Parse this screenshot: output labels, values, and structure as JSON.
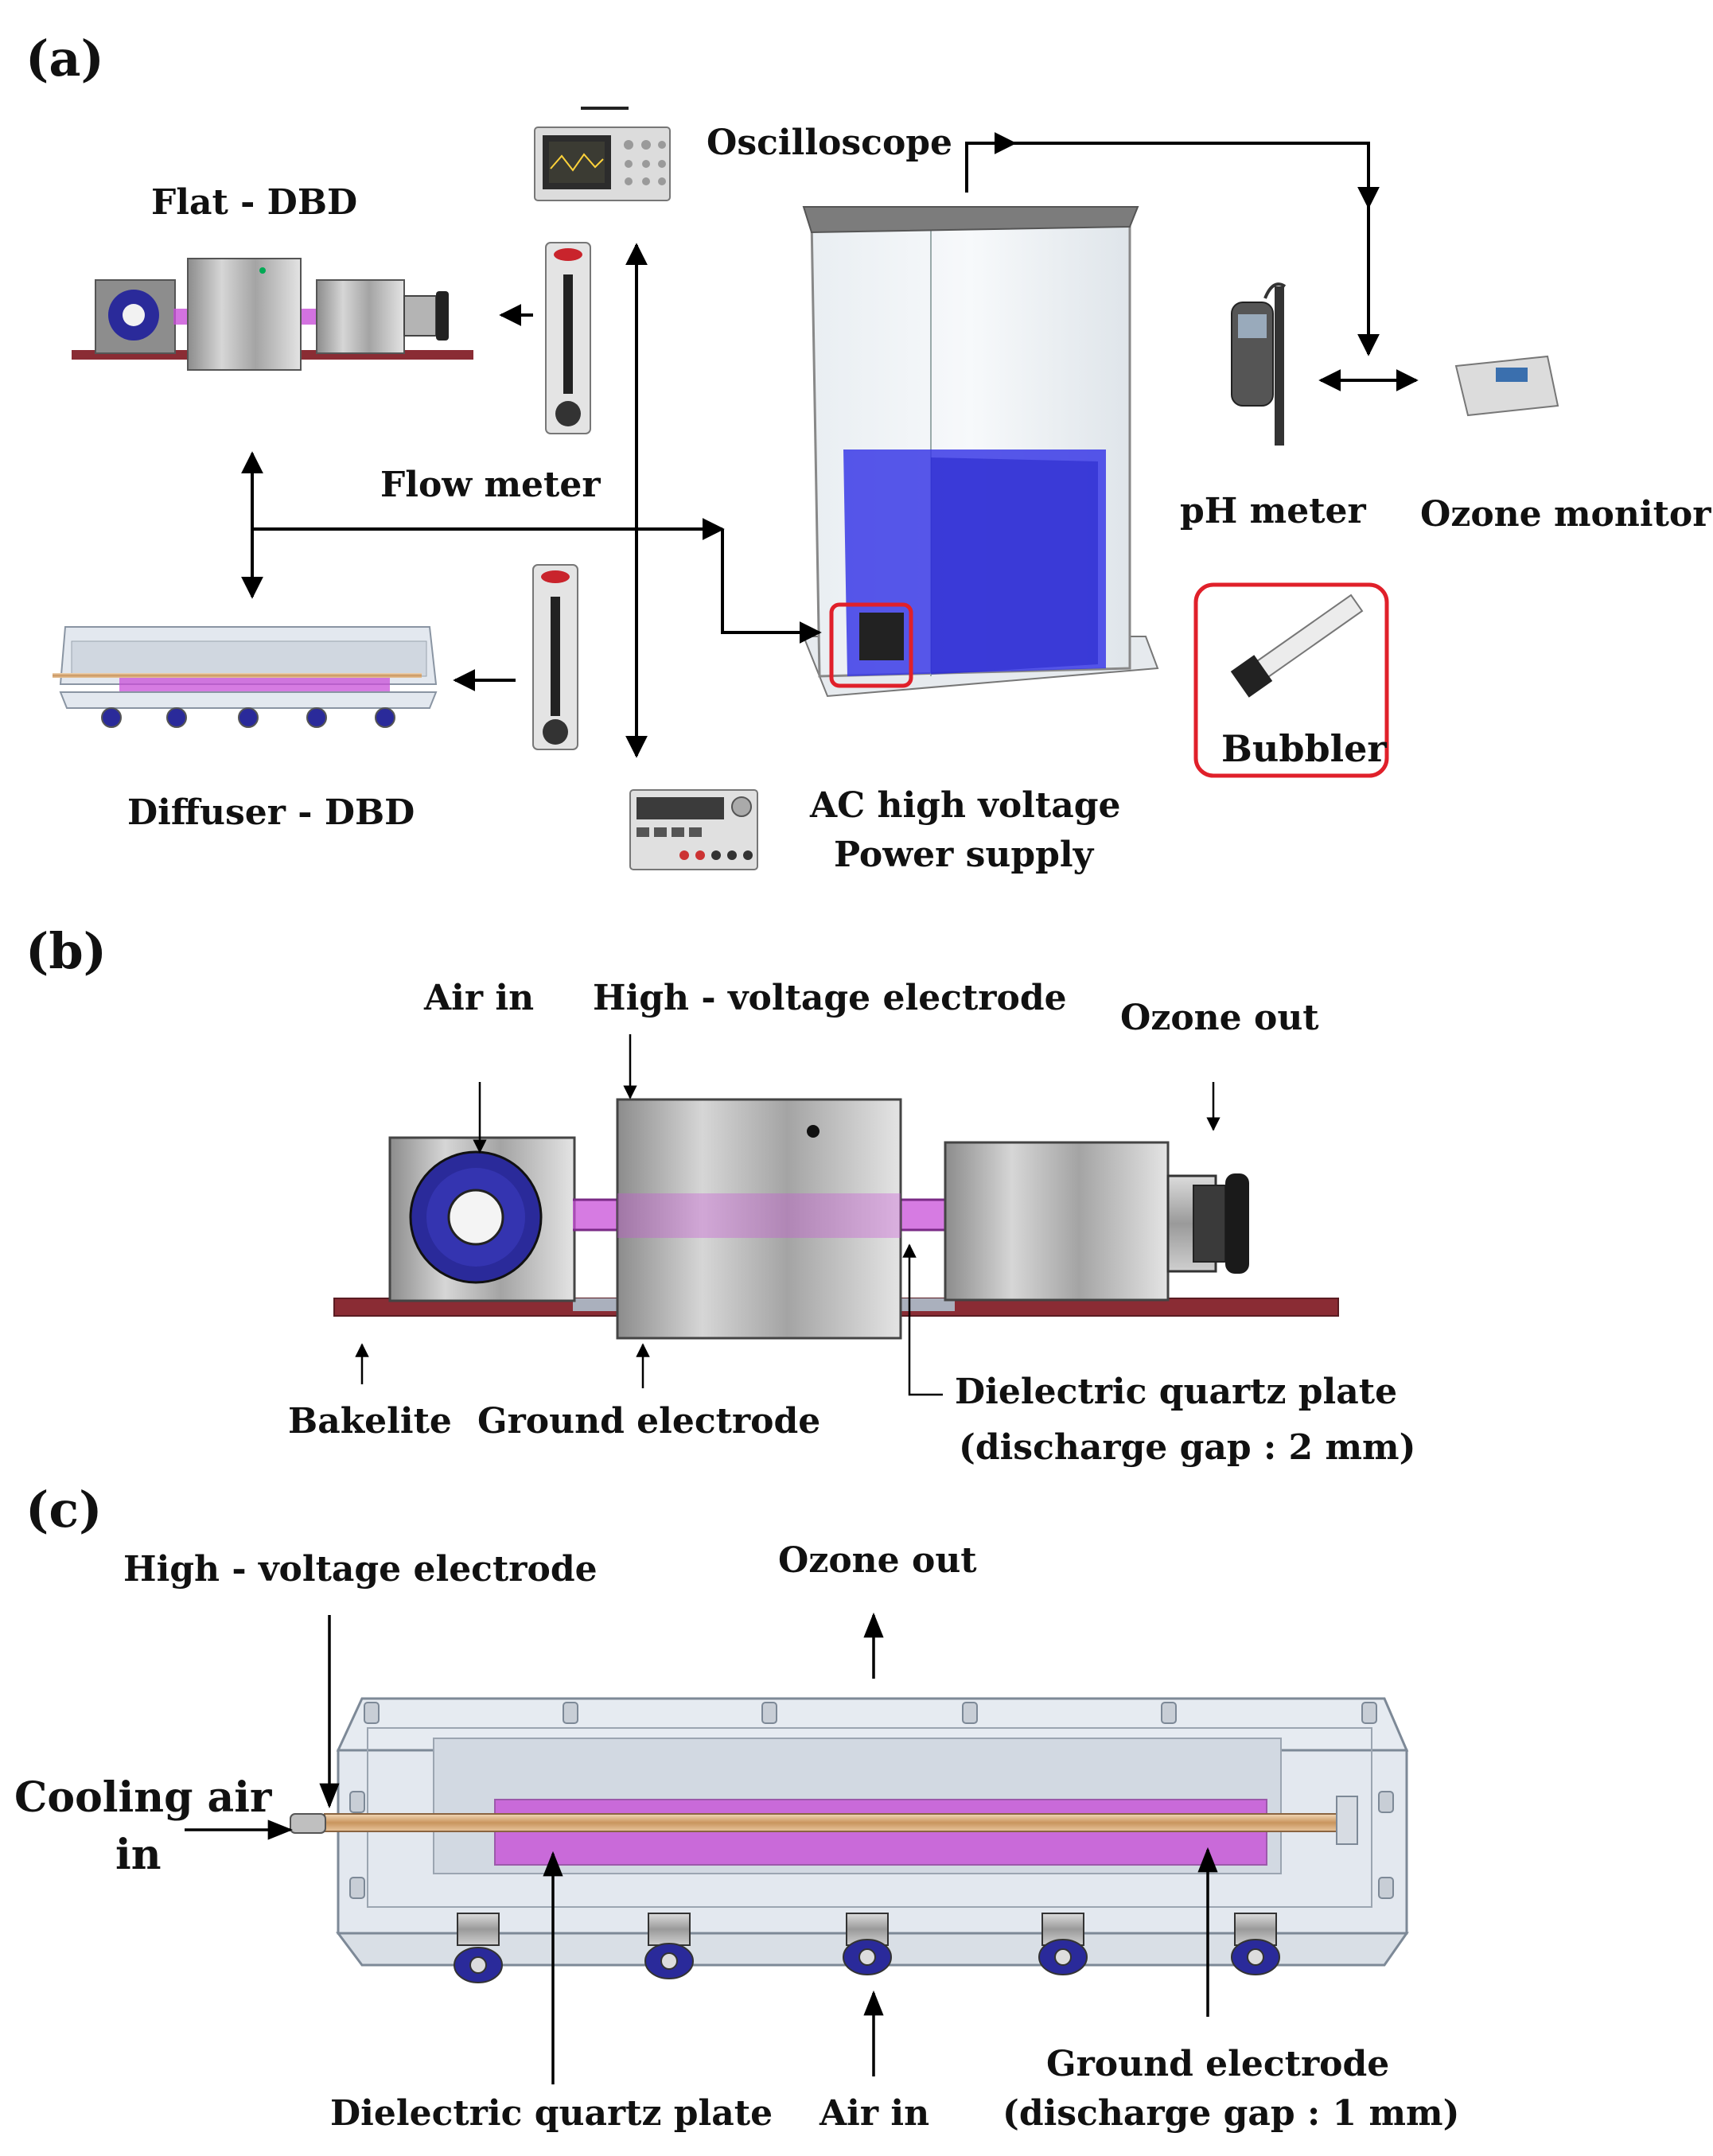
{
  "panels": {
    "a": "(a)",
    "b": "(b)",
    "c": "(c)"
  },
  "a": {
    "oscilloscope": "Oscilloscope",
    "flat_dbd": "Flat - DBD",
    "flow_meter": "Flow meter",
    "ph_meter": "pH meter",
    "ozone_monitor": "Ozone monitor",
    "bubbler": "Bubbler",
    "diffuser_dbd": "Diffuser - DBD",
    "ac_line1": "AC high voltage",
    "ac_line2": "Power supply"
  },
  "b": {
    "air_in": "Air in",
    "hv_electrode": "High - voltage electrode",
    "ozone_out": "Ozone out",
    "bakelite": "Bakelite",
    "ground_electrode": "Ground electrode",
    "dielectric_line1": "Dielectric quartz plate",
    "dielectric_line2": "(discharge gap : 2 mm)"
  },
  "c": {
    "hv_electrode": "High - voltage electrode",
    "ozone_out": "Ozone out",
    "cooling_line1": "Cooling air",
    "cooling_line2": "in",
    "dielectric": "Dielectric quartz plate",
    "air_in": "Air in",
    "ground_line1": "Ground electrode",
    "ground_line2": "(discharge gap : 1 mm)"
  },
  "colors": {
    "water": "#3a3ae6",
    "plasma": "#c84fd8",
    "bakelite": "#8a2c34",
    "highlight_box": "#e0202a",
    "connector": "#2a2a9a"
  }
}
